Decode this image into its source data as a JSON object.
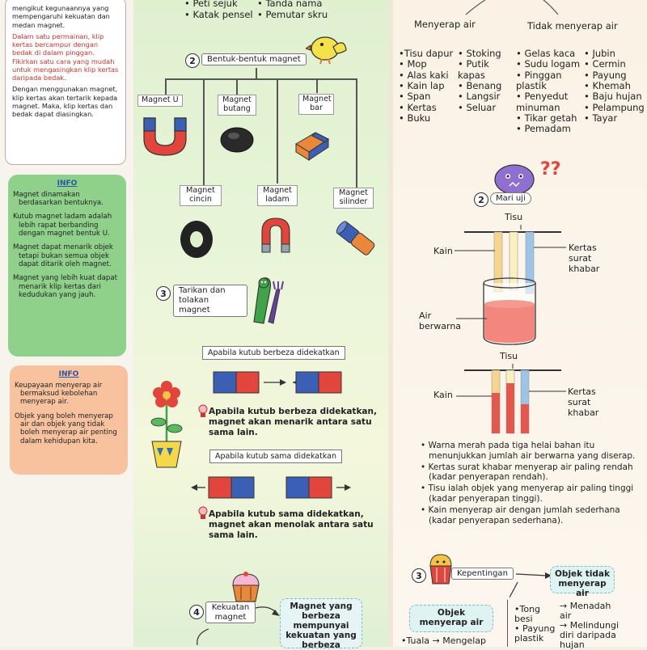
{
  "left": {
    "box1": {
      "p1": "mengikut kegunaannya yang mempengaruhi kekuatan dan medan magnet.",
      "p2": "Dalam satu permainan, klip kertas bercampur dengan bedak di dalam pinggan. Fikirkan satu cara yang mudah untuk mengasingkan klip kertas daripada bedak.",
      "p3": "Dengan menggunakan magnet, klip kertas akan tertarik kepada magnet. Maka, klip kertas dan bedak dapat diasingkan."
    },
    "info1": {
      "title": "INFO",
      "items": [
        "Magnet dinamakan berdasarkan bentuknya.",
        "Kutub magnet ladam adalah lebih rapat berbanding dengan magnet bentuk U.",
        "Magnet dapat menarik objek tetapi bukan semua objek dapat ditarik oleh magnet.",
        "Magnet yang lebih kuat dapat menarik klip kertas dari kedudukan yang jauh."
      ]
    },
    "info2": {
      "title": "INFO",
      "items": [
        "Keupayaan menyerap air bermaksud kebolehan menyerap air.",
        "Objek yang boleh menyerap air dan objek yang tidak boleh menyerap air penting dalam kehidupan kita."
      ]
    }
  },
  "mid": {
    "top_items": [
      "• Peti sejuk",
      "• Katak pensel",
      "• Tanda nama",
      "• Pemutar skru"
    ],
    "step2": {
      "num": "2",
      "label": "Bentuk-bentuk magnet"
    },
    "shapes": {
      "u": "Magnet U",
      "butang": "Magnet butang",
      "bar": "Magnet bar",
      "cincin": "Magnet cincin",
      "ladam": "Magnet ladam",
      "silinder": "Magnet silinder"
    },
    "step3": {
      "num": "3",
      "label": "Tarikan dan tolakan magnet"
    },
    "attract": {
      "caption": "Apabila kutub berbeza didekatkan",
      "note": "Apabila kutub berbeza didekatkan, magnet akan menarik antara satu sama lain."
    },
    "repel": {
      "caption": "Apabila kutub sama didekatkan",
      "note": "Apabila kutub sama didekatkan, magnet akan menolak antara satu sama lain."
    },
    "step4": {
      "num": "4",
      "label": "Kekuatan magnet"
    },
    "bubble4": "Magnet yang berbeza mempunyai kekuatan yang berbeza"
  },
  "right": {
    "head_absorb": "Menyerap air",
    "head_not": "Tidak menyerap air",
    "absorb_a": [
      "•Tisu dapur",
      "• Mop",
      "• Alas kaki",
      "• Kain lap",
      "• Span",
      "• Kertas",
      "• Buku"
    ],
    "absorb_b": [
      "• Stoking",
      "• Putik",
      "  kapas",
      "• Benang",
      "• Langsir",
      "• Seluar"
    ],
    "not_a": [
      "• Gelas kaca",
      "• Sudu logam",
      "• Pinggan",
      "  plastik",
      "• Penyedut",
      "  minuman",
      "• Tikar getah",
      "• Pemadam"
    ],
    "not_b": [
      "• Jubin",
      "• Cermin",
      "• Payung",
      "• Khemah",
      "• Baju hujan",
      "• Pelampung",
      "• Tayar"
    ],
    "step2": {
      "num": "2",
      "label": "Mari uji"
    },
    "exp1": {
      "tisu": "Tisu",
      "kain": "Kain",
      "kertas": "Kertas surat khabar",
      "air": "Air berwarna"
    },
    "exp2": {
      "tisu": "Tisu",
      "kain": "Kain",
      "kertas": "Kertas surat khabar"
    },
    "obs": [
      "• Warna merah pada tiga helai bahan itu menunjukkan jumlah air berwarna yang diserap.",
      "• Kertas surat khabar menyerap air paling rendah (kadar penyerapan rendah).",
      "• Tisu ialah objek yang menyerap air paling tinggi (kadar penyerapan tinggi).",
      "• Kain menyerap air dengan jumlah sederhana (kadar penyerapan sederhana)."
    ],
    "step3": {
      "num": "3",
      "label": "Kepentingan"
    },
    "bubble_not": "Objek tidak menyerap air",
    "bubble_abs": "Objek menyerap air",
    "bottom_left": "•Tuala  →  Mengelap",
    "bottom_mid": [
      "•Tong",
      "  besi",
      "• Payung",
      "  plastik"
    ],
    "bottom_right": [
      "→ Menadah",
      "  air",
      "→ Melindungi",
      "  diri daripada",
      "  hujan"
    ]
  },
  "colors": {
    "green_info": "#8fd18b",
    "peach_info": "#f7c29d",
    "magnet_red": "#e2453c",
    "magnet_blue": "#3b5fb5"
  }
}
